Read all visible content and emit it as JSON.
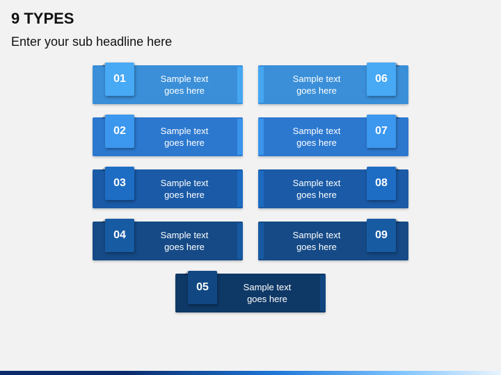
{
  "title": "9 TYPES",
  "subtitle": "Enter your sub headline here",
  "items": [
    {
      "num": "01",
      "text": "Sample text\ngoes here",
      "color": "#3a8fd8",
      "tab": "#48a9f5",
      "side": "left"
    },
    {
      "num": "02",
      "text": "Sample text\ngoes here",
      "color": "#2c78cf",
      "tab": "#3c97ee",
      "side": "left"
    },
    {
      "num": "03",
      "text": "Sample text\ngoes here",
      "color": "#1a5aa6",
      "tab": "#1e6dc4",
      "side": "left"
    },
    {
      "num": "04",
      "text": "Sample text\ngoes here",
      "color": "#154a86",
      "tab": "#175ba3",
      "side": "left"
    },
    {
      "num": "05",
      "text": "Sample text\ngoes here",
      "color": "#0e3866",
      "tab": "#114883",
      "side": "center"
    },
    {
      "num": "06",
      "text": "Sample text\ngoes here",
      "color": "#3a8fd8",
      "tab": "#48a9f5",
      "side": "right"
    },
    {
      "num": "07",
      "text": "Sample text\ngoes here",
      "color": "#2c78cf",
      "tab": "#3c97ee",
      "side": "right"
    },
    {
      "num": "08",
      "text": "Sample text\ngoes here",
      "color": "#1a5aa6",
      "tab": "#1e6dc4",
      "side": "right"
    },
    {
      "num": "09",
      "text": "Sample text\ngoes here",
      "color": "#154a86",
      "tab": "#175ba3",
      "side": "right"
    }
  ]
}
